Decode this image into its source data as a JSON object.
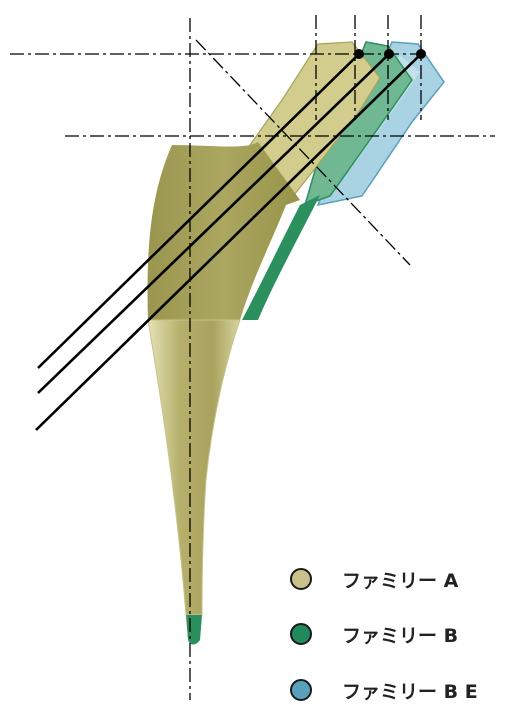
{
  "diagram": {
    "legend": [
      {
        "label": "ファミリー A",
        "color": "#c8c38a"
      },
      {
        "label": "ファミリー B",
        "color": "#1f8a5c"
      },
      {
        "label": "ファミリー B E",
        "color": "#5aa0bd"
      }
    ],
    "colors": {
      "family_a_body": "#a8a35c",
      "family_a_body_dark": "#8f8a48",
      "family_a_neck": "#d2cd8c",
      "family_b": "#2b8f5e",
      "family_be": "#a9d3e2",
      "family_be_outline": "#5aa0bd",
      "construction_lines": "#000000"
    }
  }
}
